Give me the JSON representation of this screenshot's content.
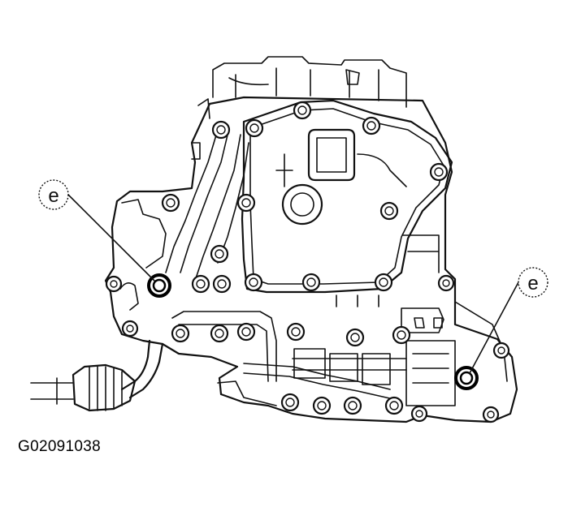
{
  "callouts": [
    {
      "label": "e"
    },
    {
      "label": "e"
    }
  ],
  "figure_code": "G02091038"
}
